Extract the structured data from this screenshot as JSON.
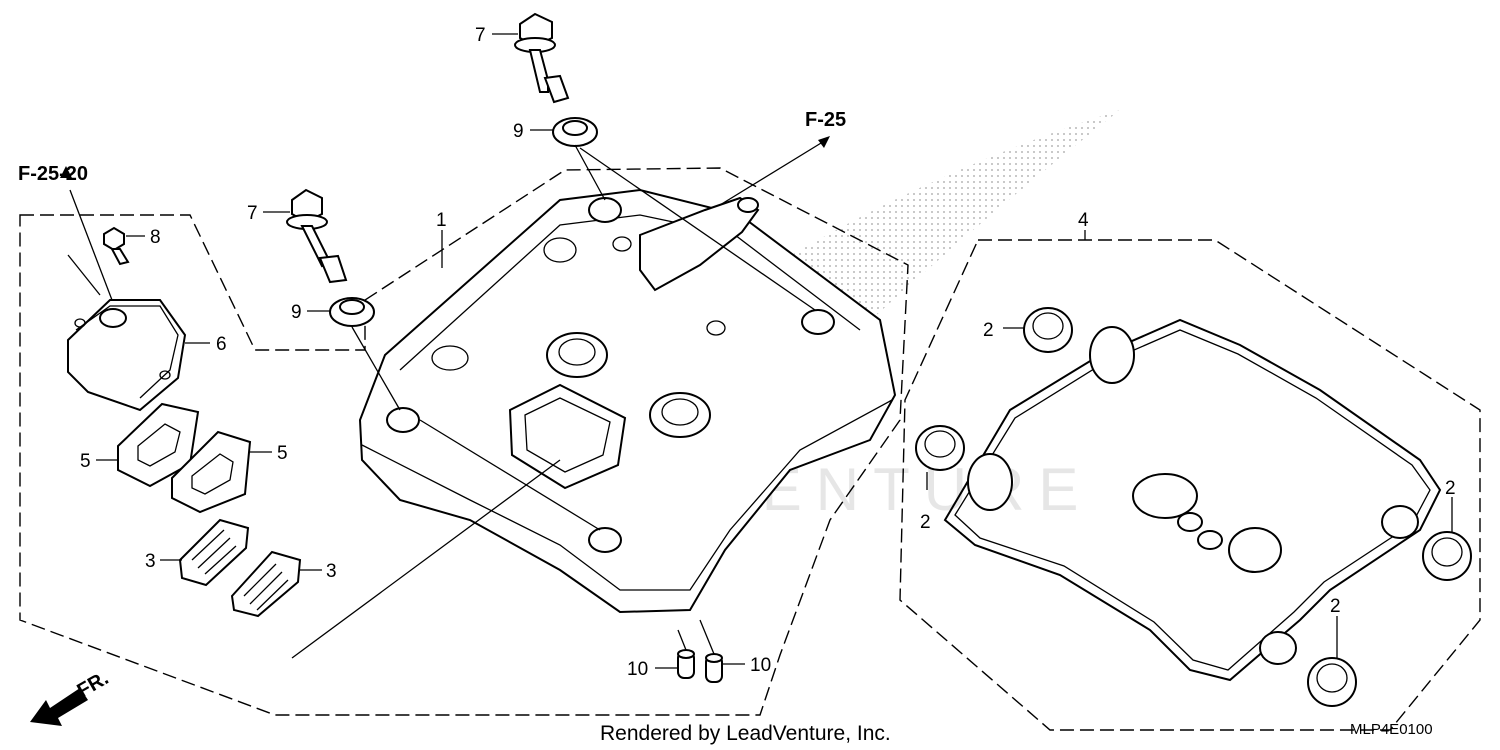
{
  "references": {
    "breather_ref": "F-25-20",
    "hose_ref": "F-25"
  },
  "callouts": {
    "c1": "1",
    "c2a": "2",
    "c2b": "2",
    "c2c": "2",
    "c2d": "2",
    "c3a": "3",
    "c3b": "3",
    "c4": "4",
    "c5a": "5",
    "c5b": "5",
    "c6": "6",
    "c7a": "7",
    "c7b": "7",
    "c8": "8",
    "c9a": "9",
    "c9b": "9",
    "c10a": "10",
    "c10b": "10"
  },
  "direction": {
    "label": "FR."
  },
  "footer": {
    "rendered_by": "Rendered by LeadVenture, Inc.",
    "diagram_code": "MLP4E0100"
  },
  "watermark": {
    "text": "LEADVENTURE"
  },
  "colors": {
    "line": "#000000",
    "background": "#ffffff",
    "watermark": "#e6e6e6"
  }
}
